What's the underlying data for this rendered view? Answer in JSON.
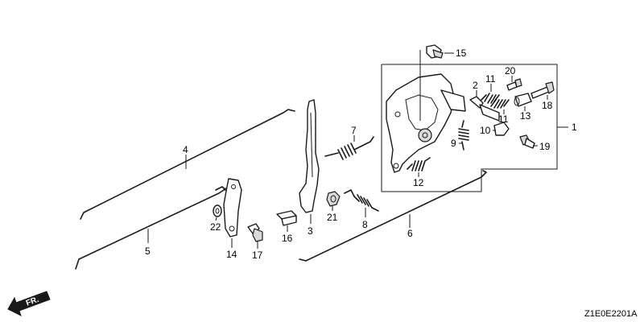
{
  "figure_code": "Z1E0E2201A",
  "direction_label": "FR.",
  "callouts": {
    "c1": "1",
    "c2": "2",
    "c3": "3",
    "c4": "4",
    "c5": "5",
    "c6": "6",
    "c7": "7",
    "c8": "8",
    "c9": "9",
    "c10": "10",
    "c11a": "11",
    "c11b": "11",
    "c12": "12",
    "c13": "13",
    "c14": "14",
    "c15": "15",
    "c16": "16",
    "c17": "17",
    "c18": "18",
    "c19": "19",
    "c20": "20",
    "c21": "21",
    "c22": "22"
  }
}
